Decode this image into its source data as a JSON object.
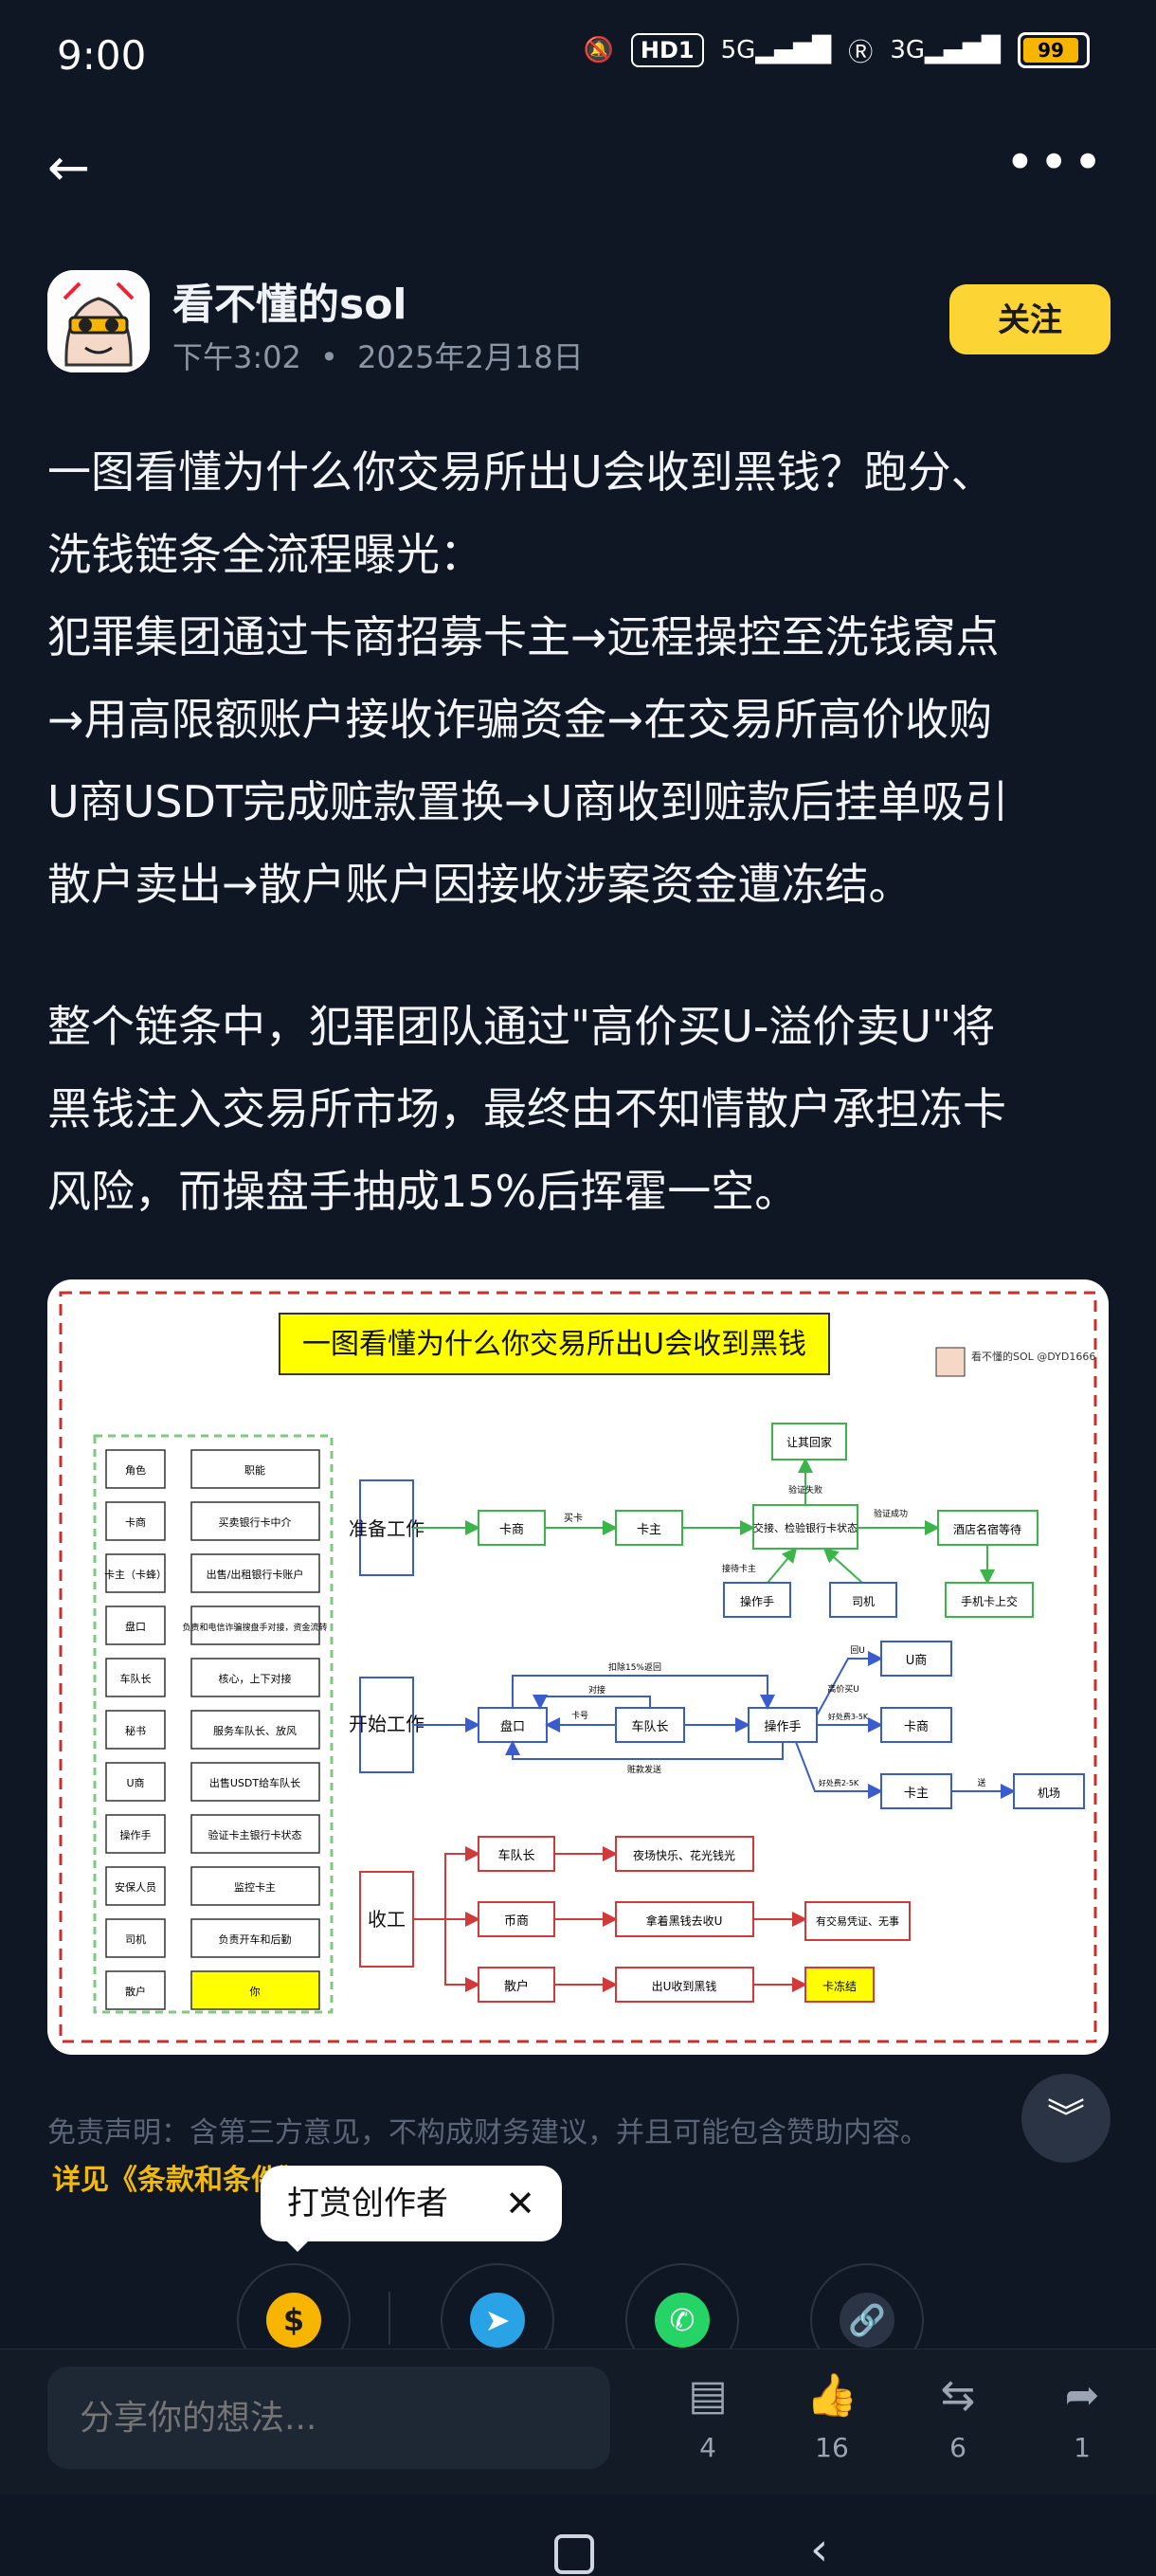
{
  "status_bar": {
    "time": "9:00",
    "hd": "HD1",
    "net1": "5G",
    "net2": "3G",
    "battery": "99"
  },
  "author": {
    "name": "看不懂的sol",
    "time": "下午3:02",
    "date": "2025年2月18日",
    "follow_label": "关注"
  },
  "post": {
    "paragraph1": [
      "一图看懂为什么你交易所出U会收到黑钱？跑分、",
      "洗钱链条全流程曝光：",
      "犯罪集团通过卡商招募卡主→远程操控至洗钱窝点",
      "→用高限额账户接收诈骗资金→在交易所高价收购",
      "U商USDT完成赃款置换→U商收到赃款后挂单吸引",
      "散户卖出→散户账户因接收涉案资金遭冻结。"
    ],
    "paragraph2": [
      "整个链条中，犯罪团队通过\"高价买U-溢价卖U\"将",
      "黑钱注入交易所市场，最终由不知情散户承担冻卡",
      "风险，而操盘手抽成15%后挥霍一空。"
    ]
  },
  "diagram": {
    "title": "一图看懂为什么你交易所出U会收到黑钱",
    "watermark": "看不懂的SOL @DYD1666",
    "roles_header": [
      "角色",
      "职能"
    ],
    "roles": [
      [
        "卡商",
        "买卖银行卡中介"
      ],
      [
        "卡主（卡蜂）",
        "出售/出租银行卡账户"
      ],
      [
        "盘口",
        "负责和电信诈骗搜盘手对接，资金流转"
      ],
      [
        "车队长",
        "核心，上下对接"
      ],
      [
        "秘书",
        "服务车队长、放风"
      ],
      [
        "U商",
        "出售USDT给车队长"
      ],
      [
        "操作手",
        "验证卡主银行卡状态"
      ],
      [
        "安保人员",
        "监控卡主"
      ],
      [
        "司机",
        "负责开车和后勤"
      ],
      [
        "散户",
        "你"
      ]
    ],
    "stages": [
      "准备工作",
      "开始工作",
      "收工"
    ],
    "nodes": {
      "kashang": "卡商",
      "kazhu": "卡主",
      "jiaojie": "交接、检验银行卡状态",
      "rangqihuijia": "让其回家",
      "jiudian": "酒店名宿等待",
      "shoujika": "手机卡上交",
      "caozuoshou": "操作手",
      "siji": "司机",
      "pankou": "盘口",
      "chedui": "车队长",
      "caozuoshou2": "操作手",
      "ushang": "U商",
      "kashang2": "卡商",
      "kazhu2": "卡主",
      "jichang": "机场",
      "chedui3": "车队长",
      "yechang": "夜场快乐、花光钱光",
      "bishang": "币商",
      "nazhe": "拿着黑钱去收U",
      "youjiaoyi": "有交易凭证、无事",
      "sanhu": "散户",
      "chuU": "出U收到黑钱",
      "kadongjie": "卡冻结"
    },
    "edge_labels": {
      "maika": "买卡",
      "yanzheng": "验证失败",
      "jiedai": "接待卡主",
      "yanzhengchenggong": "验证成功",
      "choucheng": "扣除15%返回",
      "duijie": "对接",
      "kahao": "卡号",
      "jinkuanfasong": "赃款发送",
      "huiU": "回U",
      "gaojiamai": "高价买U",
      "haochu3": "好处费3-5K",
      "haochu2": "好处费2-5K",
      "song": "送"
    }
  },
  "footer": {
    "disclaimer": "免责声明：含第三方意见，不构成财务建议，并且可能包含赞助内容。",
    "terms": "详见《条款和条件》",
    "tip_label": "打赏创作者"
  },
  "bottom_bar": {
    "comment_placeholder": "分享你的想法...",
    "comments": "4",
    "likes": "16",
    "reposts": "6",
    "shares": "1"
  },
  "colors": {
    "accent": "#fcd535",
    "background": "#0f1724"
  }
}
